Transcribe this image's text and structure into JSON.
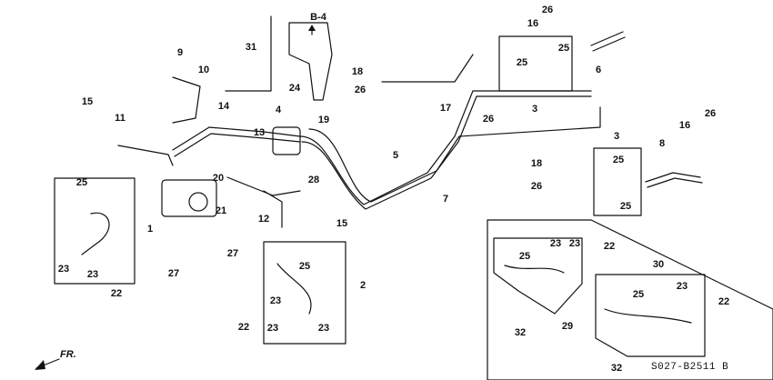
{
  "diagram": {
    "reference_code": "S027-B2511 B",
    "direction_ref": "B-4",
    "front_label": "FR.",
    "part_labels": [
      {
        "id": "l1",
        "text": "1"
      },
      {
        "id": "l2",
        "text": "2"
      },
      {
        "id": "l3a",
        "text": "3"
      },
      {
        "id": "l3b",
        "text": "3"
      },
      {
        "id": "l4",
        "text": "4"
      },
      {
        "id": "l5",
        "text": "5"
      },
      {
        "id": "l6",
        "text": "6"
      },
      {
        "id": "l7",
        "text": "7"
      },
      {
        "id": "l8",
        "text": "8"
      },
      {
        "id": "l9",
        "text": "9"
      },
      {
        "id": "l10",
        "text": "10"
      },
      {
        "id": "l11",
        "text": "11"
      },
      {
        "id": "l12",
        "text": "12"
      },
      {
        "id": "l13",
        "text": "13"
      },
      {
        "id": "l14",
        "text": "14"
      },
      {
        "id": "l15a",
        "text": "15"
      },
      {
        "id": "l15b",
        "text": "15"
      },
      {
        "id": "l16a",
        "text": "16"
      },
      {
        "id": "l16b",
        "text": "16"
      },
      {
        "id": "l17",
        "text": "17"
      },
      {
        "id": "l18a",
        "text": "18"
      },
      {
        "id": "l18b",
        "text": "18"
      },
      {
        "id": "l19",
        "text": "19"
      },
      {
        "id": "l20",
        "text": "20"
      },
      {
        "id": "l21",
        "text": "21"
      },
      {
        "id": "l22a",
        "text": "22"
      },
      {
        "id": "l22b",
        "text": "22"
      },
      {
        "id": "l22c",
        "text": "22"
      },
      {
        "id": "l22d",
        "text": "22"
      },
      {
        "id": "l23a",
        "text": "23"
      },
      {
        "id": "l23b",
        "text": "23"
      },
      {
        "id": "l23c",
        "text": "23"
      },
      {
        "id": "l23d",
        "text": "23"
      },
      {
        "id": "l23e",
        "text": "23"
      },
      {
        "id": "l23f",
        "text": "23"
      },
      {
        "id": "l23g",
        "text": "23"
      },
      {
        "id": "l23h",
        "text": "23"
      },
      {
        "id": "l24",
        "text": "24"
      },
      {
        "id": "l25a",
        "text": "25"
      },
      {
        "id": "l25b",
        "text": "25"
      },
      {
        "id": "l25c",
        "text": "25"
      },
      {
        "id": "l25d",
        "text": "25"
      },
      {
        "id": "l25e",
        "text": "25"
      },
      {
        "id": "l25f",
        "text": "25"
      },
      {
        "id": "l25g",
        "text": "25"
      },
      {
        "id": "l25h",
        "text": "25"
      },
      {
        "id": "l26a",
        "text": "26"
      },
      {
        "id": "l26b",
        "text": "26"
      },
      {
        "id": "l26c",
        "text": "26"
      },
      {
        "id": "l26d",
        "text": "26"
      },
      {
        "id": "l26e",
        "text": "26"
      },
      {
        "id": "l27a",
        "text": "27"
      },
      {
        "id": "l27b",
        "text": "27"
      },
      {
        "id": "l28",
        "text": "28"
      },
      {
        "id": "l29",
        "text": "29"
      },
      {
        "id": "l30",
        "text": "30"
      },
      {
        "id": "l31",
        "text": "31"
      },
      {
        "id": "l32a",
        "text": "32"
      },
      {
        "id": "l32b",
        "text": "32"
      }
    ]
  }
}
